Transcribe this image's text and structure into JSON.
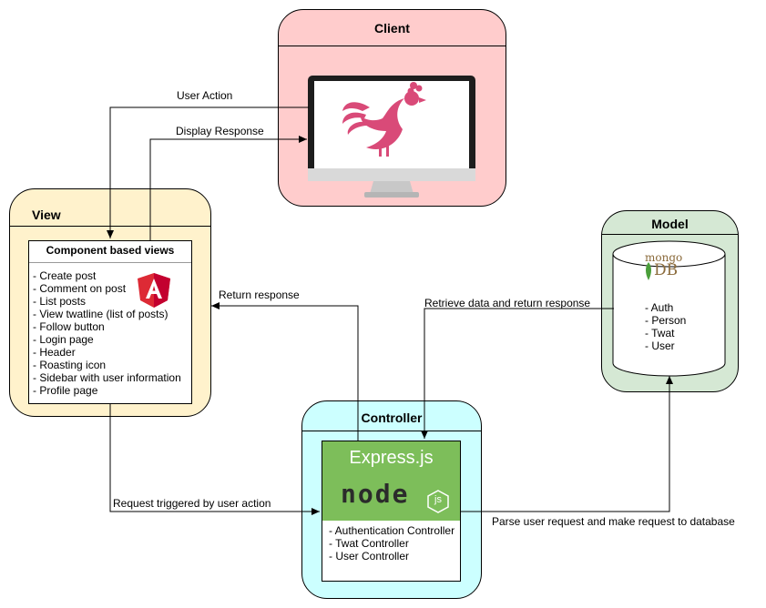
{
  "client": {
    "title": "Client"
  },
  "view": {
    "title": "View",
    "box_title": "Component based views",
    "items": [
      "- Create post",
      "- Comment on post",
      "- List posts",
      "- View twatline (list of posts)",
      "- Follow button",
      "- Login page",
      "- Header",
      "- Roasting icon",
      "- Sidebar with user information",
      "- Profile page"
    ]
  },
  "model": {
    "title": "Model",
    "logo_top": "mongo",
    "logo_bottom": "DB",
    "items": [
      "- Auth",
      "- Person",
      "- Twat",
      "- User"
    ]
  },
  "controller": {
    "title": "Controller",
    "express_label": "Express.js",
    "node_label": "node",
    "js_badge": "js",
    "items": [
      "- Authentication Controller",
      "- Twat Controller",
      "- User Controller"
    ]
  },
  "edges": {
    "user_action": "User Action",
    "display_response": "Display Response",
    "return_response": "Return response",
    "retrieve_data": "Retrieve data and return response",
    "request_triggered": "Request triggered by user action",
    "parse_request": "Parse user request and make request to database"
  },
  "colors": {
    "client_fill": "#ffcccc",
    "view_fill": "#fff2cc",
    "model_fill": "#d5e8d4",
    "controller_fill": "#ccffff",
    "node_green": "#7dbe5a",
    "rooster": "#d94a78",
    "angular_red": "#dd2a35",
    "mongo_green": "#4a9e3a",
    "mongo_brown": "#8a6a3a"
  }
}
